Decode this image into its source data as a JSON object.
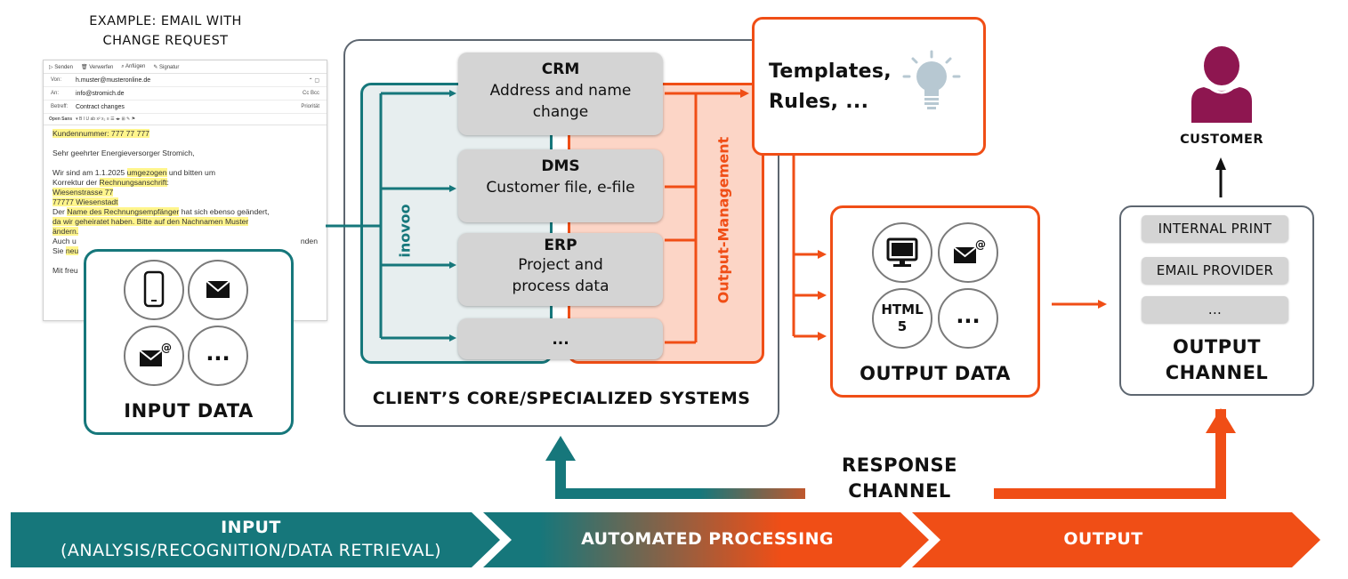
{
  "example_title": [
    "EXAMPLE: EMAIL WITH",
    "CHANGE REQUEST"
  ],
  "email": {
    "toolbar": [
      "Senden",
      "Verwerfen",
      "Anfügen",
      "Signatur"
    ],
    "from_label": "Von:",
    "from": "h.muster@musteronline.de",
    "to_label": "An:",
    "to": "info@stromich.de",
    "cc": "Cc  Bcc",
    "subject_label": "Betreff:",
    "subject": "Contract changes",
    "priority": "Priorität",
    "font": "Open Sans",
    "customer_number": "Kundennummer: 777 77 777",
    "greeting": "Sehr geehrter Energieversorger Stromich,",
    "body_lines": [
      "Wir sind am 1.1.2025 umgezogen und bitten um",
      "Korrektur der Rechnungsanschrift:",
      "Wiesenstrasse 77",
      "77777 Wiesenstadt",
      "Der Name des Rechnungsempfänger hat sich ebenso geändert,",
      "da wir geheiratet haben. Bitte auf den Nachnamen Muster",
      "ändern.",
      "Auch u",
      "Sie neu",
      "",
      "Mit freu"
    ],
    "body_right_fragment": "nden"
  },
  "input_box": {
    "title": "INPUT DATA",
    "icons": [
      "mobile-phone-icon",
      "envelope-icon",
      "email-at-icon",
      "more-icon"
    ],
    "more": "..."
  },
  "core": {
    "caption": "CLIENT’S CORE/SPECIALIZED SYSTEMS",
    "inovoo_label": "inovoo",
    "output_mgmt_label": "Output-Management",
    "systems": [
      {
        "title": "CRM",
        "desc": [
          "Address and name",
          "change"
        ]
      },
      {
        "title": "DMS",
        "desc": [
          "Customer file, e-file"
        ]
      },
      {
        "title": "ERP",
        "desc": [
          "Project and",
          "process data"
        ]
      },
      {
        "title": "...",
        "desc": []
      }
    ]
  },
  "templates": {
    "lines": [
      "Templates,",
      "Rules, ..."
    ],
    "icon": "lightbulb-icon"
  },
  "output_data": {
    "title": "OUTPUT DATA",
    "icons": [
      "monitor-icon",
      "email-at-icon",
      "html5-icon",
      "more-icon"
    ],
    "html5": [
      "HTML",
      "5"
    ],
    "more": "..."
  },
  "output_channel": {
    "title": [
      "OUTPUT",
      "CHANNEL"
    ],
    "items": [
      "INTERNAL PRINT",
      "EMAIL PROVIDER",
      "..."
    ]
  },
  "customer": {
    "label": "CUSTOMER",
    "icon": "person-icon"
  },
  "response_channel": [
    "RESPONSE",
    "CHANNEL"
  ],
  "bottom_bar": {
    "input": [
      "INPUT",
      "(ANALYSIS/RECOGNITION/DATA RETRIEVAL)"
    ],
    "processing": "AUTOMATED PROCESSING",
    "output": "OUTPUT"
  },
  "colors": {
    "teal": "#16777b",
    "orange": "#f04e16",
    "gray": "#5d6670",
    "customer": "#8e1650",
    "bulb": "#b7c8d2"
  }
}
